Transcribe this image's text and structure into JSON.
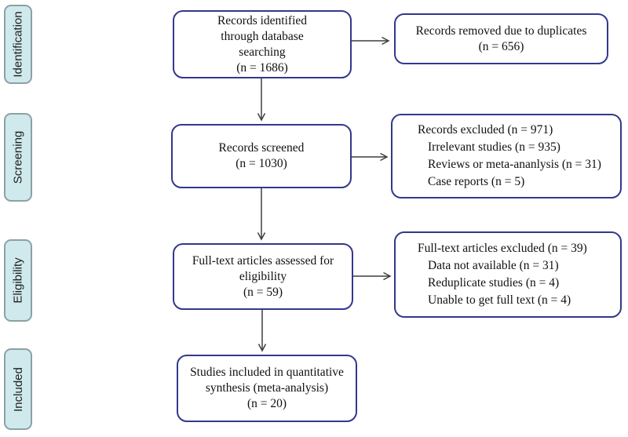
{
  "stages": [
    {
      "label": "Identification"
    },
    {
      "label": "Screening"
    },
    {
      "label": "Eligibility"
    },
    {
      "label": "Included"
    }
  ],
  "boxes": {
    "identified": {
      "lines": [
        "Records identified",
        "through database",
        "searching",
        "(n = 1686)"
      ]
    },
    "duplicates_removed": {
      "lines": [
        "Records removed due to duplicates",
        "(n = 656)"
      ]
    },
    "screened": {
      "lines": [
        "Records screened",
        "(n = 1030)"
      ]
    },
    "records_excluded": {
      "title": "Records excluded (n = 971)",
      "items": [
        "Irrelevant studies (n = 935)",
        "Reviews or meta-ananlysis (n = 31)",
        "Case reports (n = 5)"
      ]
    },
    "fulltext_assessed": {
      "lines": [
        "Full-text articles assessed for",
        "eligibility",
        "(n = 59)"
      ]
    },
    "fulltext_excluded": {
      "title": "Full-text articles excluded (n = 39)",
      "items": [
        "Data not available (n = 31)",
        "Reduplicate studies (n = 4)",
        "Unable to get full text (n = 4)"
      ]
    },
    "included_quantitative": {
      "lines": [
        "Studies included in quantitative",
        "synthesis (meta-analysis)",
        "(n = 20)"
      ]
    }
  },
  "colors": {
    "box_border": "#32388d",
    "stage_fill": "#cfe9ec",
    "stage_border": "#8ba2a4",
    "arrow": "#3f3f3f",
    "text": "#101010"
  }
}
